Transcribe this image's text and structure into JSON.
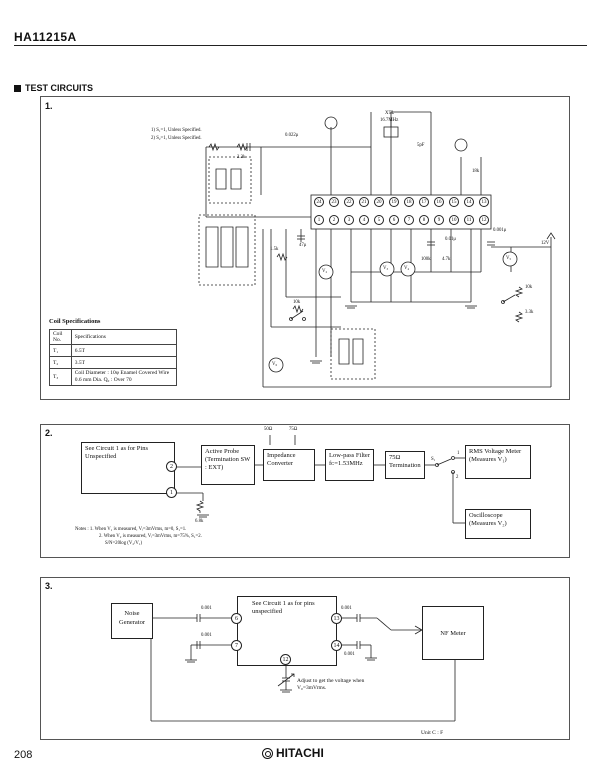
{
  "header": {
    "part_number": "HA11215A"
  },
  "section": {
    "title": "TEST CIRCUITS"
  },
  "circuit1": {
    "label": "1.",
    "notes": [
      "1) S₁=1, Unless Specified.",
      "2) S₂=1, Unless Specified."
    ],
    "ic_pins_top": [
      "24",
      "23",
      "22",
      "21",
      "20",
      "19",
      "18",
      "17",
      "16",
      "15",
      "14",
      "13"
    ],
    "ic_pins_bottom": [
      "1",
      "2",
      "3",
      "4",
      "5",
      "6",
      "7",
      "8",
      "9",
      "10",
      "11",
      "12"
    ],
    "supply": "12V",
    "xtal_label": "XTL",
    "xtal_freq": "16.7MHz",
    "coil_spec": {
      "title": "Coil Specifications",
      "head": [
        "Coil No.",
        "Specifications"
      ],
      "rows": [
        [
          "T₁",
          "6.5T"
        ],
        [
          "T₂",
          "3.5T"
        ],
        [
          "T₃",
          "Coil Diameter : 10φ  Enamel Covered Wire 0.6 mm Dia. Q₀ : Over 70"
        ]
      ]
    },
    "meter_labels": [
      "V₂",
      "V₃",
      "V₄",
      "V₅",
      "V₆"
    ],
    "component_labels": [
      "0.022μ",
      "2.2k",
      "18k",
      "1.5k",
      "10k",
      "4.7k",
      "100k",
      "0.001μ",
      "5pF",
      "47μ",
      "0.01μ",
      "10k",
      "3.3k"
    ]
  },
  "circuit2": {
    "label": "2.",
    "box_unspecified": "See Circuit 1 as for Pins Unspecified",
    "box_probe": "Active Probe (Termination SW : EXT)",
    "box_impedance": "Impedance Converter",
    "box_lpf": "Low-pass Filter fᴄ=1.53MHz",
    "box_term": "75Ω Termination",
    "box_rms": "RMS Voltage Meter (Measures V₁)",
    "box_osc": "Oscilloscope (Measures V₂)",
    "pin_a": "2",
    "pin_b": "1",
    "res": "6.8k",
    "switch": "S₁",
    "sw_pos": [
      "1",
      "2"
    ],
    "imp_labels": [
      "50Ω",
      "75Ω"
    ],
    "notes": [
      "Notes : 1. When V₁ is measured, Vᵢ=3mVrms, m=0, S₁=1.",
      "2. When V₂ is measured, Vᵢ=3mVrms, m=75%, S₁=2.",
      "S/N=20log (V₂/V₁)"
    ]
  },
  "circuit3": {
    "label": "3.",
    "box_noise": "Noise Generator",
    "box_unspecified": "See Circuit 1 as for pins unspecified",
    "box_nf": "NF Meter",
    "cap_labels": [
      "0.001",
      "0.001",
      "0.001",
      "0.001"
    ],
    "pins": [
      "6",
      "7",
      "12",
      "13",
      "14"
    ],
    "adjust_note": "Adjust to get the voltage when V₀=3mVrms.",
    "unit_note": "Unit C : F"
  },
  "footer": {
    "page_number": "208",
    "brand": "HITACHI"
  }
}
